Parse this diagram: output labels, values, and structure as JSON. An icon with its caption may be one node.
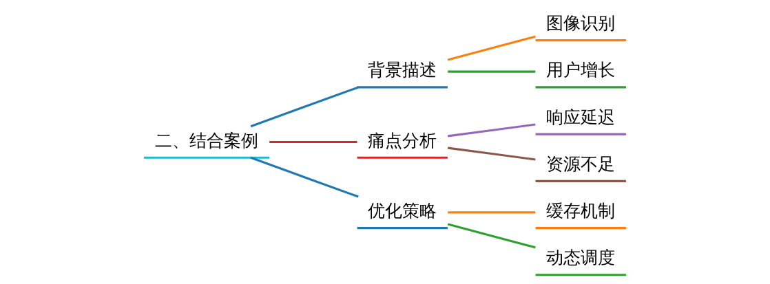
{
  "diagram": {
    "nodes": [
      {
        "text": [
          "二、结合案例"
        ]
      },
      {
        "text": [
          "背景描述"
        ]
      },
      {
        "text": [
          "图像识别"
        ]
      },
      {
        "text": [
          "用户增长"
        ]
      },
      {
        "text": [
          "痛点分析"
        ]
      },
      {
        "text": [
          "响应延迟"
        ]
      },
      {
        "text": [
          "资源不足"
        ]
      },
      {
        "text": [
          "优化策略"
        ]
      },
      {
        "text": [
          "缓存机制"
        ]
      },
      {
        "text": [
          "动态调度"
        ]
      }
    ],
    "edges": [
      {
        "from": 0,
        "to": 1,
        "arrow": "none",
        "color": "#1f77b4"
      },
      {
        "from": 1,
        "to": 2,
        "arrow": "none",
        "color": "#ff7f0e"
      },
      {
        "from": 1,
        "to": 3,
        "arrow": "none",
        "color": "#2ca02c"
      },
      {
        "from": 0,
        "to": 4,
        "arrow": "none",
        "color": "#d62728"
      },
      {
        "from": 4,
        "to": 5,
        "arrow": "none",
        "color": "#9467bd"
      },
      {
        "from": 4,
        "to": 6,
        "arrow": "none",
        "color": "#8c564b"
      },
      {
        "from": 0,
        "to": 7,
        "arrow": "none",
        "color": "#1f77b4"
      },
      {
        "from": 7,
        "to": 8,
        "arrow": "none",
        "color": "#ff7f0e"
      },
      {
        "from": 7,
        "to": 9,
        "arrow": "none",
        "color": "#2ca02c"
      }
    ]
  }
}
